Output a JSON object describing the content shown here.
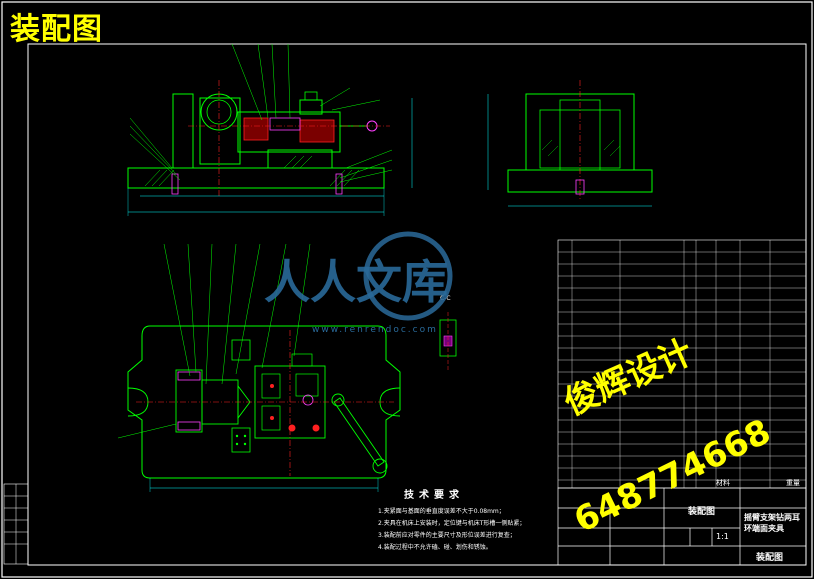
{
  "drawing_title": "装配图",
  "tech_requirements": {
    "title": "技术要求",
    "items": [
      "1.夹紧面与基面的垂直度误差不大于0.08mm；",
      "2.夹具在机床上安装时，定位键与机床T形槽一侧贴紧；",
      "3.装配前应对零件的主要尺寸及形位误差进行复查；",
      "4.装配过程中不允许磕、碰、划伤和锈蚀。"
    ]
  },
  "section_label": "C-C",
  "title_block": {
    "drawing_name": "装配图",
    "part_name": "摇臂支架钻两耳环端面夹具",
    "drawing_type": "装配图",
    "scale": "1:1",
    "material_header": "材料",
    "weight_header": "重量"
  },
  "watermarks": {
    "logo_text": "人人文库",
    "url_text": "www.renrendoc.com",
    "shop_text": "俊辉设计",
    "qq_text": "648774668"
  },
  "colors": {
    "background": "#000000",
    "outline": "#ffffff",
    "part_lines": "#00ff00",
    "leaders": "#00ff00",
    "dimensions": "#00ffff",
    "hatch": "#ff3fff",
    "centerline": "#ff2020",
    "title": "#ffff00",
    "watermark_logo": "#2a6a9a"
  }
}
